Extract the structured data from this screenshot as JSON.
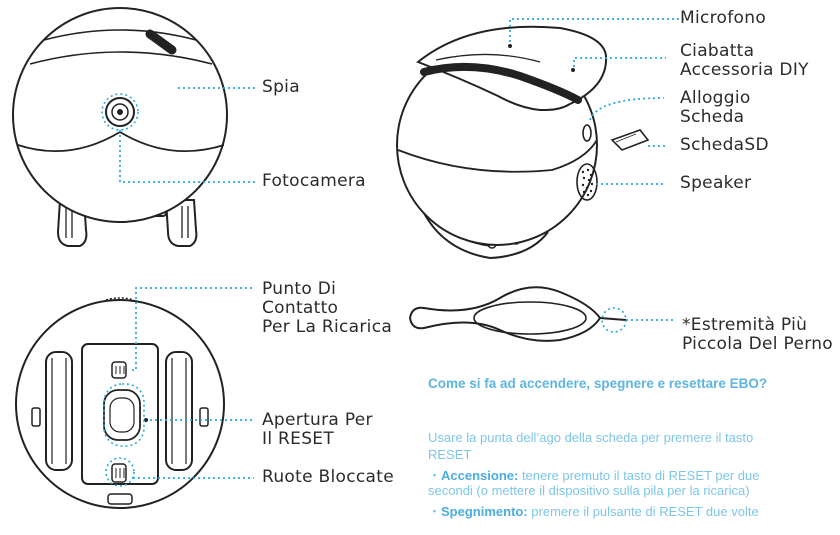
{
  "labels": {
    "spia": "Spia",
    "fotocamera": "Fotocamera",
    "microfono": "Microfono",
    "ciabatta_line1": "Ciabatta",
    "ciabatta_line2": "Accessoria DIY",
    "alloggio_line1": "Alloggio",
    "alloggio_line2": "Scheda",
    "schedasd": "SchedaSD",
    "speaker": "Speaker",
    "punto_line1": "Punto Di",
    "punto_line2": "Contatto",
    "punto_line3": "Per La Ricarica",
    "apertura_line1": "Apertura Per",
    "apertura_line2": "Il RESET",
    "ruote": "Ruote Bloccate",
    "estremita_line1": "*Estremità Più",
    "estremita_line2": "Piccola Del Perno"
  },
  "faq": {
    "title": "Come si fa ad accendere, spegnere e resettare EBO?",
    "intro_line1": "Usare la punta dell’ago della scheda per premere il tasto",
    "intro_line2": "RESET",
    "on_label": "Accensione:",
    "on_text": " tenere premuto il tasto di RESET per due",
    "on_line2": "secondi (o mettere il dispositivo sulla pila per la ricarica)",
    "off_label": "Spegnimento:",
    "off_text": " premere il pulsante di RESET due volte"
  },
  "colors": {
    "leader": "#29a8df",
    "outline": "#222222",
    "text": "#2b2b2b",
    "faq_accent": "#5db5e0"
  }
}
